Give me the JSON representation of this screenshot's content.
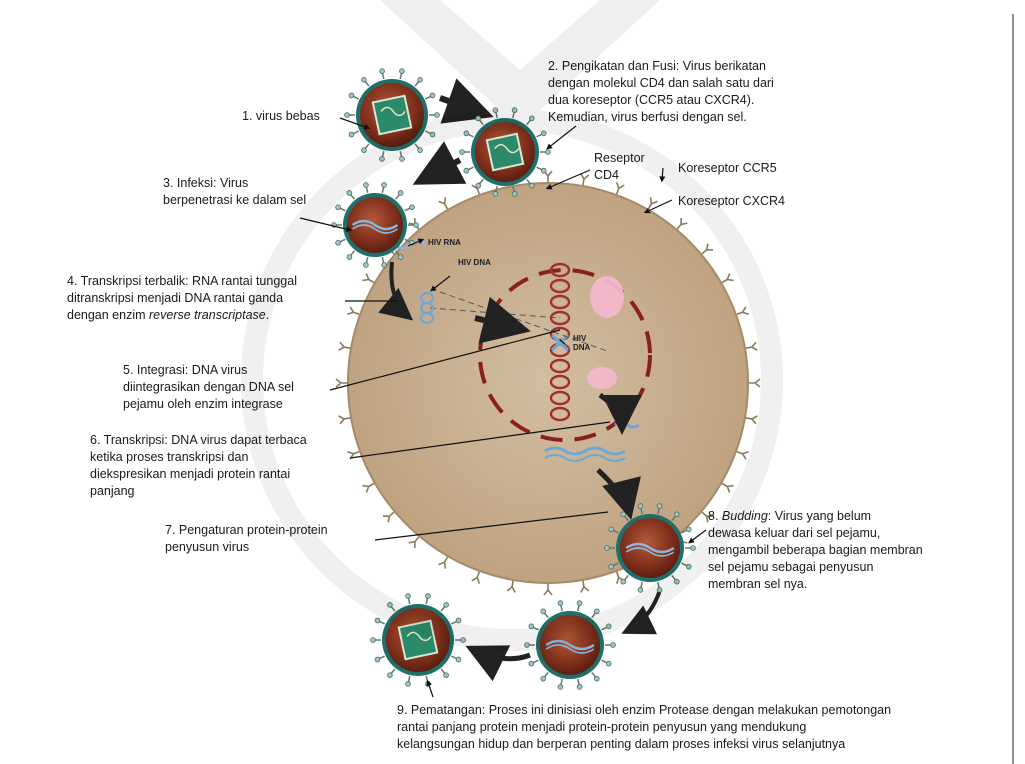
{
  "labels": {
    "step1": "1. virus bebas",
    "step2": "2. Pengikatan dan Fusi: Virus berikatan\ndengan molekul CD4 dan salah satu dari\ndua koreseptor (CCR5 atau CXCR4).\nKemudian, virus berfusi dengan sel.",
    "reseptor_cd4": "Reseptor\nCD4",
    "koreseptor_ccr5": "Koreseptor CCR5",
    "koreseptor_cxcr4": "Koreseptor CXCR4",
    "step3": "3. Infeksi: Virus\nberpenetrasi ke dalam sel",
    "hiv_rna": "HIV RNA",
    "hiv_dna_small": "HIV DNA",
    "step4_a": "4. Transkripsi terbalik: RNA rantai tunggal\nditranskripsi menjadi DNA rantai ganda\ndengan enzim ",
    "step4_b": "reverse transcriptase",
    "step4_c": ".",
    "hiv_dna_nucleus": "HIV\nDNA",
    "step5": "5. Integrasi: DNA virus\ndiintegrasikan dengan DNA sel\npejamu oleh enzim integrase",
    "step6": "6. Transkripsi: DNA virus dapat terbaca\nketika proses transkripsi dan\ndiekspresikan menjadi protein rantai\npanjang",
    "step7": "7. Pengaturan protein-protein\npenyusun virus",
    "step8_a": "8. ",
    "step8_b": "Budding",
    "step8_c": ": Virus yang belum\ndewasa keluar dari sel pejamu,\nmengambil beberapa bagian membran\nsel pejamu sebagai penyusun\nmembran sel nya.",
    "step9": "9. Pematangan: Proses ini dinisiasi oleh enzim Protease dengan melakukan pemotongan\nrantai panjang protein menjadi protein-protein penyusun yang mendukung\nkelangsungan hidup dan berperan penting dalam proses infeksi virus selanjutnya"
  },
  "colors": {
    "cell_fill": "#c9b294",
    "cell_edge": "#a89070",
    "nucleus_dash": "#8a1f1f",
    "virus_core": "#8a3a22",
    "virus_shell": "#1f6f6a",
    "dna_blue": "#6aa8d8",
    "dna_red": "#a03030",
    "pink": "#f2b8cc"
  }
}
